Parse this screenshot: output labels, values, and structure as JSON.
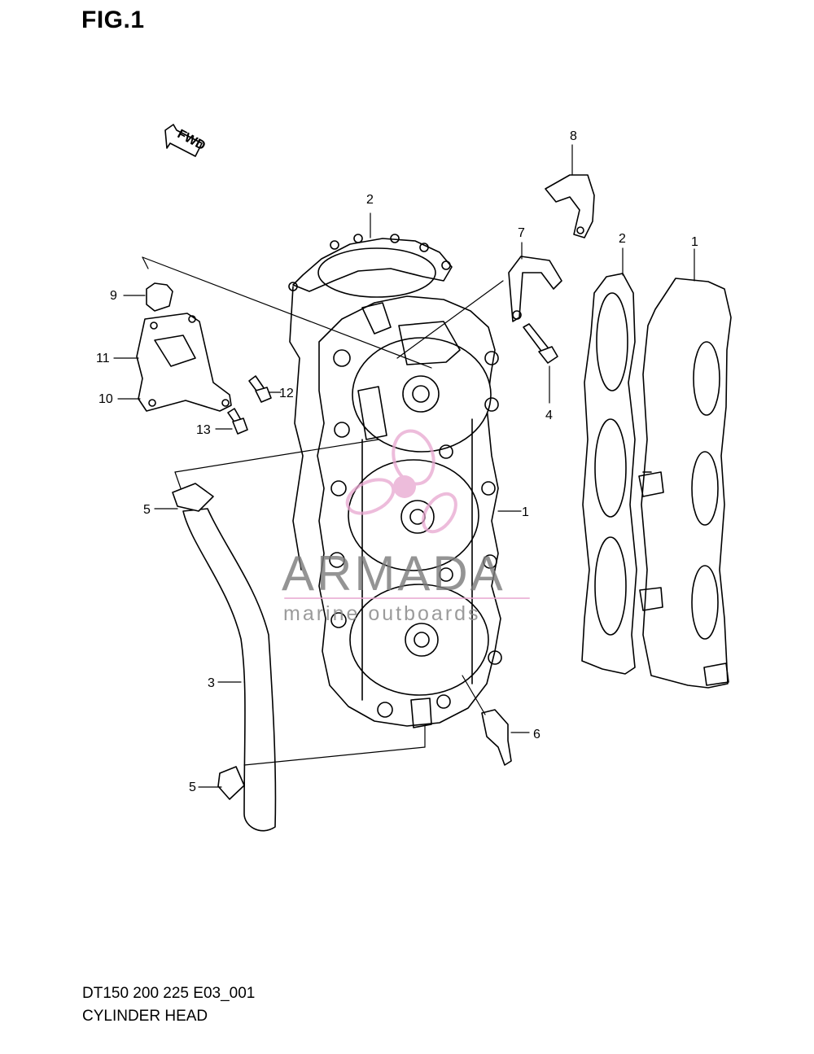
{
  "figure": {
    "title": "FIG.1",
    "model_line": "DT150 200 225 E03_001",
    "part_name": "CYLINDER HEAD"
  },
  "direction_marker": "FWD",
  "callouts": {
    "c1a": "1",
    "c1b": "1",
    "c2a": "2",
    "c2b": "2",
    "c3": "3",
    "c4": "4",
    "c5a": "5",
    "c5b": "5",
    "c6": "6",
    "c7": "7",
    "c8": "8",
    "c9": "9",
    "c10": "10",
    "c11": "11",
    "c12": "12",
    "c13": "13"
  },
  "watermark": {
    "brand": "ARMADA",
    "tagline": "marine outboards",
    "color": "#e7a6cf"
  }
}
